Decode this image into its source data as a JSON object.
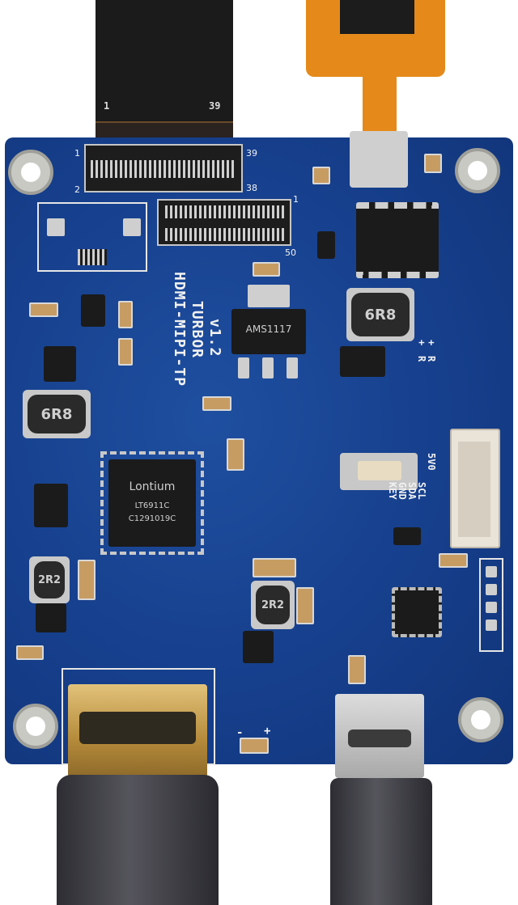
{
  "board": {
    "name": "HDMI-MIPI-TP",
    "variant": "TURBOR",
    "version": "v1.2"
  },
  "fpc_labels": {
    "ribbon_pin_1": "1",
    "ribbon_pin_39": "39",
    "conn_left_1": "1",
    "conn_left_2": "2",
    "conn_right_39": "39",
    "conn_right_38": "38",
    "conn2_label_50": "50",
    "conn2_label_1": "1"
  },
  "main_chip": {
    "brand": "Lontium",
    "part": "LT6911C",
    "code": "C1291019C"
  },
  "inductors": {
    "left": "6R8",
    "right": "6R8",
    "bottom_left": "2R2",
    "bottom_mid": "2R2"
  },
  "regulator": {
    "marking": "AMS1117"
  },
  "connector_pins": {
    "pin1": "5V0",
    "pin2": "SCL",
    "pin3": "SDA",
    "pin4": "GND",
    "pin5": "KEY"
  },
  "side_marks": {
    "r1": "R",
    "r2": "R",
    "plus1": "+",
    "plus2": "+"
  },
  "led_marks": {
    "minus": "-",
    "plus": "+"
  },
  "colors": {
    "pcb": "#163f8c",
    "silkscreen": "#f2f2f2",
    "flex": "#e58a1a",
    "hdmi_gold": "#c9a253"
  }
}
